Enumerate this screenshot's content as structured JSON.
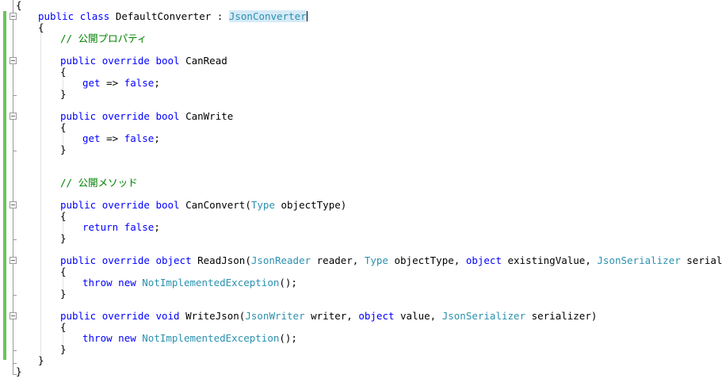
{
  "editor": {
    "lines": [
      [
        [
          "{",
          "pl"
        ]
      ],
      [
        [
          "public",
          "kw"
        ],
        [
          " ",
          "pl"
        ],
        [
          "class",
          "kw"
        ],
        [
          " DefaultConverter : ",
          "pl"
        ],
        [
          "JsonConverter",
          "hl"
        ]
      ],
      [
        [
          "{",
          "pl"
        ]
      ],
      [
        [
          "// 公開プロパティ",
          "cm"
        ]
      ],
      [
        [
          "public",
          "kw"
        ],
        [
          " ",
          "pl"
        ],
        [
          "override",
          "kw"
        ],
        [
          " ",
          "pl"
        ],
        [
          "bool",
          "kw"
        ],
        [
          " CanRead",
          "pl"
        ]
      ],
      [
        [
          "{",
          "pl"
        ]
      ],
      [
        [
          "get",
          "kw"
        ],
        [
          " => ",
          "pl"
        ],
        [
          "false",
          "kw"
        ],
        [
          ";",
          "pl"
        ]
      ],
      [
        [
          "}",
          "pl"
        ]
      ],
      [
        [
          "public",
          "kw"
        ],
        [
          " ",
          "pl"
        ],
        [
          "override",
          "kw"
        ],
        [
          " ",
          "pl"
        ],
        [
          "bool",
          "kw"
        ],
        [
          " CanWrite",
          "pl"
        ]
      ],
      [
        [
          "{",
          "pl"
        ]
      ],
      [
        [
          "get",
          "kw"
        ],
        [
          " => ",
          "pl"
        ],
        [
          "false",
          "kw"
        ],
        [
          ";",
          "pl"
        ]
      ],
      [
        [
          "}",
          "pl"
        ]
      ],
      [
        [
          "// 公開メソッド",
          "cm"
        ]
      ],
      [
        [
          "public",
          "kw"
        ],
        [
          " ",
          "pl"
        ],
        [
          "override",
          "kw"
        ],
        [
          " ",
          "pl"
        ],
        [
          "bool",
          "kw"
        ],
        [
          " CanConvert(",
          "pl"
        ],
        [
          "Type",
          "ty"
        ],
        [
          " objectType)",
          "pl"
        ]
      ],
      [
        [
          "{",
          "pl"
        ]
      ],
      [
        [
          "return",
          "kw"
        ],
        [
          " ",
          "pl"
        ],
        [
          "false",
          "kw"
        ],
        [
          ";",
          "pl"
        ]
      ],
      [
        [
          "}",
          "pl"
        ]
      ],
      [
        [
          "public",
          "kw"
        ],
        [
          " ",
          "pl"
        ],
        [
          "override",
          "kw"
        ],
        [
          " ",
          "pl"
        ],
        [
          "object",
          "kw"
        ],
        [
          " ReadJson(",
          "pl"
        ],
        [
          "JsonReader",
          "ty"
        ],
        [
          " reader, ",
          "pl"
        ],
        [
          "Type",
          "ty"
        ],
        [
          " objectType, ",
          "pl"
        ],
        [
          "object",
          "kw"
        ],
        [
          " existingValue, ",
          "pl"
        ],
        [
          "JsonSerializer",
          "ty"
        ],
        [
          " serializer)",
          "pl"
        ]
      ],
      [
        [
          "{",
          "pl"
        ]
      ],
      [
        [
          "throw",
          "kw"
        ],
        [
          " ",
          "pl"
        ],
        [
          "new",
          "kw"
        ],
        [
          " ",
          "pl"
        ],
        [
          "NotImplementedException",
          "ty"
        ],
        [
          "();",
          "pl"
        ]
      ],
      [
        [
          "}",
          "pl"
        ]
      ],
      [
        [
          "public",
          "kw"
        ],
        [
          " ",
          "pl"
        ],
        [
          "override",
          "kw"
        ],
        [
          " ",
          "pl"
        ],
        [
          "void",
          "kw"
        ],
        [
          " WriteJson(",
          "pl"
        ],
        [
          "JsonWriter",
          "ty"
        ],
        [
          " writer, ",
          "pl"
        ],
        [
          "object",
          "kw"
        ],
        [
          " value, ",
          "pl"
        ],
        [
          "JsonSerializer",
          "ty"
        ],
        [
          " serializer)",
          "pl"
        ]
      ],
      [
        [
          "{",
          "pl"
        ]
      ],
      [
        [
          "throw",
          "kw"
        ],
        [
          " ",
          "pl"
        ],
        [
          "new",
          "kw"
        ],
        [
          " ",
          "pl"
        ],
        [
          "NotImplementedException",
          "ty"
        ],
        [
          "();",
          "pl"
        ]
      ],
      [
        [
          "}",
          "pl"
        ]
      ],
      [
        [
          "}",
          "pl"
        ]
      ],
      [
        [
          "}",
          "pl"
        ]
      ]
    ]
  }
}
